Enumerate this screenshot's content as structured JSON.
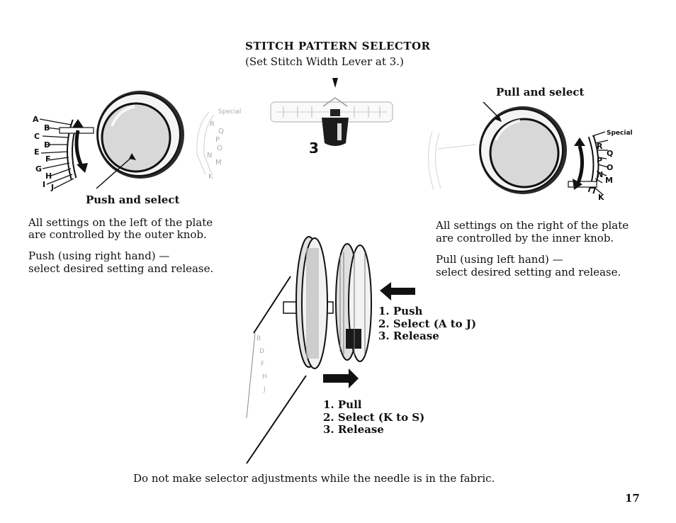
{
  "header": {
    "title": "STITCH PATTERN SELECTOR",
    "subtitle": "(Set Stitch Width Lever at 3.)"
  },
  "lever_setting": "3",
  "left_panel": {
    "caption": "Push and select",
    "letters": [
      "A",
      "B",
      "C",
      "D",
      "E",
      "F",
      "G",
      "H",
      "I",
      "J"
    ],
    "para1_line1": "All settings on the left of the plate",
    "para1_line2": "are controlled by the outer knob.",
    "para2_line1": "Push (using right hand) —",
    "para2_line2": "select desired setting and release."
  },
  "right_panel": {
    "caption": "Pull and select",
    "special_label": "Special",
    "letters": [
      "R",
      "Q",
      "P",
      "O",
      "N",
      "M",
      "L",
      "K"
    ],
    "para1_line1": "All settings on the right of the plate",
    "para1_line2": "are controlled by the inner knob.",
    "para2_line1": "Pull (using left hand) —",
    "para2_line2": "select desired setting and release."
  },
  "faded_labels": {
    "left_special": "Special",
    "left_letters": [
      "R",
      "Q",
      "P",
      "O",
      "N",
      "M",
      "K"
    ]
  },
  "push_steps": [
    "1. Push",
    "2. Select (A to J)",
    "3. Release"
  ],
  "pull_steps": [
    "1. Pull",
    "2. Select (K to S)",
    "3. Release"
  ],
  "footer": {
    "note": "Do not make selector adjustments while the needle is in the fabric.",
    "page_number": "17"
  }
}
